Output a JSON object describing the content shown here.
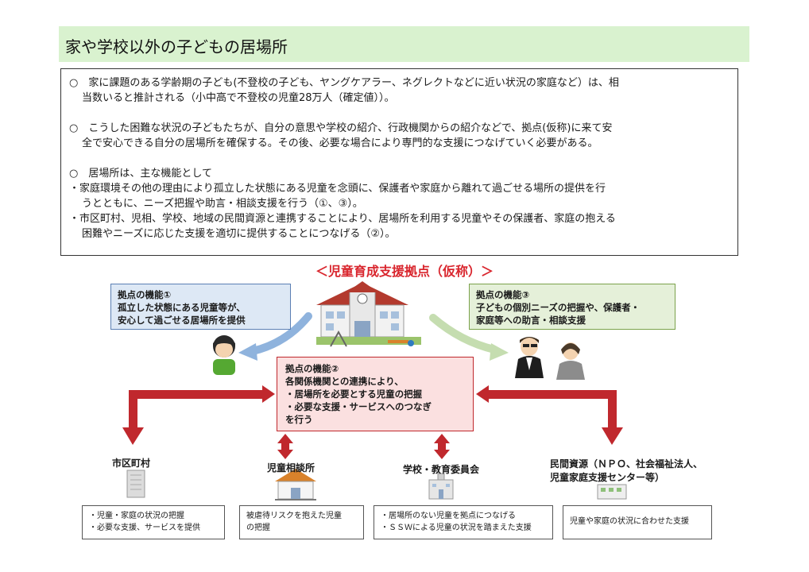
{
  "title": "家や学校以外の子どもの居場所",
  "intro": {
    "paragraphs": [
      {
        "lines": [
          "○　家に課題のある学齢期の子ども(不登校の子ども、ヤングケアラー、ネグレクトなどに近い状況の家庭など）は、相",
          "当数いると推計される（小中高で不登校の児童28万人（確定値））。"
        ]
      },
      {
        "lines": [
          "○　こうした困難な状況の子どもたちが、自分の意思や学校の紹介、行政機関からの紹介などで、拠点(仮称)に来て安",
          "全で安心できる自分の居場所を確保する。その後、必要な場合により専門的な支援につなげていく必要がある。"
        ]
      },
      {
        "lines": [
          "○　居場所は、主な機能として",
          "・家庭環境その他の理由により孤立した状態にある児童を念頭に、保護者や家庭から離れて過ごせる場所の提供を行",
          "うとともに、ニーズ把握や助言・相談支援を行う（①、③）。",
          "・市区町村、児相、学校、地域の民間資源と連携することにより、居場所を利用する児童やその保護者、家庭の抱える",
          "困難やニーズに応じた支援を適切に提供することにつなげる（②）。"
        ]
      }
    ]
  },
  "subtitle": "＜児童育成支援拠点（仮称）＞",
  "functions": {
    "f1": {
      "heading": "拠点の機能①",
      "lines": [
        "孤立した状態にある児童等が、",
        "安心して過ごせる居場所を提供"
      ]
    },
    "f2": {
      "heading": "拠点の機能②",
      "lines": [
        "各関係機関との連携により、",
        "・居場所を必要とする児童の把握",
        "・必要な支援・サービスへのつなぎ",
        "を行う"
      ]
    },
    "f3": {
      "heading": "拠点の機能③",
      "lines": [
        "子どもの個別ニーズの把握や、保護者・",
        "家庭等への助言・相談支援"
      ]
    }
  },
  "nodes": {
    "city": "市区町村",
    "jido": "児童相談所",
    "school": "学校・教育委員会",
    "private_l1": "民間資源（ＮＰＯ、社会福祉法人、",
    "private_l2": "児童家庭支援センター等）"
  },
  "notes": {
    "city": [
      "・児童・家庭の状況の把握",
      "・必要な支援、サービスを提供"
    ],
    "jido": [
      "被虐待リスクを抱えた児童",
      "の把握"
    ],
    "school": [
      "・居場所のない児童を拠点につなげる",
      "・ＳＳＷによる児童の状況を踏まえた支援"
    ],
    "private": [
      "児童や家庭の状況に合わせた支援"
    ]
  },
  "colors": {
    "arrow_red": "#c0282d",
    "arrow_blue": "#8fb3dd",
    "arrow_green": "#c5ddb0"
  }
}
